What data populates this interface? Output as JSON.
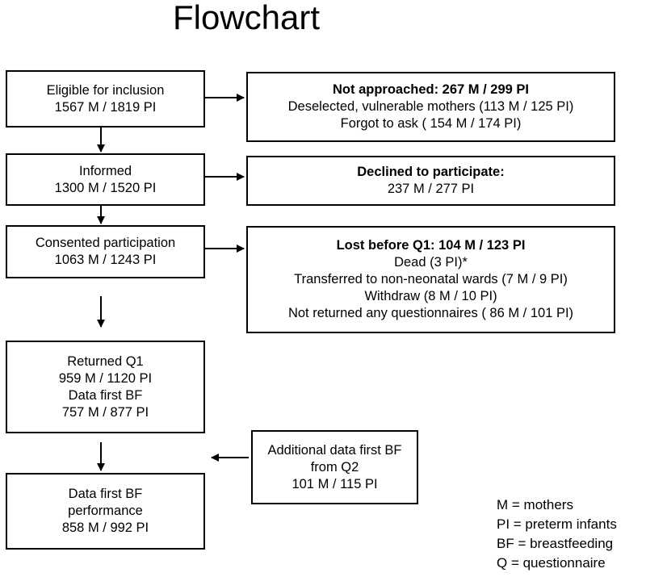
{
  "title": "Flowchart",
  "boxes": {
    "eligible": {
      "line1": "Eligible for inclusion",
      "line2": "1567 M / 1819 PI"
    },
    "not_approached": {
      "heading": "Not approached:  267 M / 299 PI",
      "line2": "Deselected, vulnerable mothers (113 M / 125 PI)",
      "line3": "Forgot to ask ( 154 M / 174 PI)"
    },
    "informed": {
      "line1": "Informed",
      "line2": "1300 M /  1520 PI"
    },
    "declined": {
      "heading": "Declined to participate:",
      "line2": "237 M / 277 PI"
    },
    "consented": {
      "line1": "Consented participation",
      "line2": "1063 M / 1243 PI"
    },
    "lost": {
      "heading": "Lost before Q1: 104 M / 123 PI",
      "line2": "Dead (3 PI)*",
      "line3": "Transferred to non-neonatal wards (7 M / 9 PI)",
      "line4": "Withdraw (8 M / 10 PI)",
      "line5": "Not returned any questionnaires ( 86 M / 101 PI)"
    },
    "returned": {
      "line1": "Returned Q1",
      "line2": "959 M / 1120 PI",
      "line3": "Data first BF",
      "line4": "757 M / 877 PI"
    },
    "additional": {
      "line1": "Additional data first BF",
      "line2": "from Q2",
      "line3": "101 M / 115 PI"
    },
    "performance": {
      "line1": "Data first BF",
      "line2": "performance",
      "line3": "858 M / 992 PI"
    }
  },
  "legend": [
    "M = mothers",
    "PI = preterm infants",
    "BF = breastfeeding",
    "Q = questionnaire"
  ]
}
